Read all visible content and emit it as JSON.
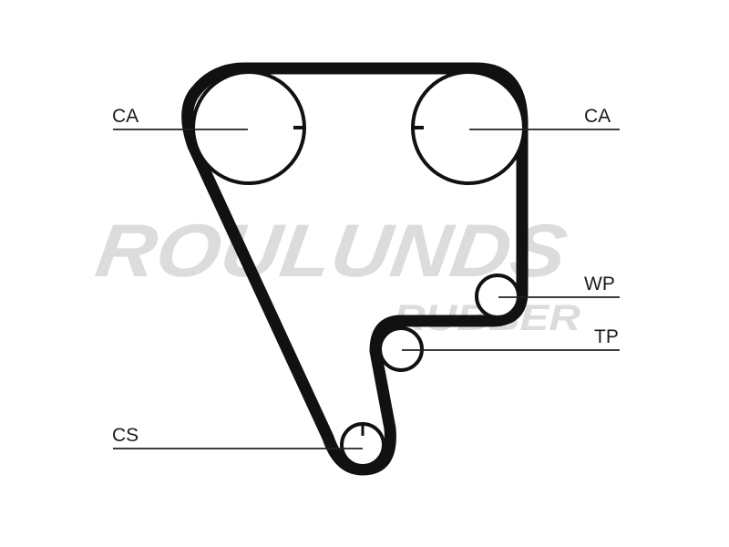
{
  "diagram": {
    "labels": {
      "cam_left": "CA",
      "cam_right": "CA",
      "water_pump": "WP",
      "tensioner": "TP",
      "crankshaft": "CS"
    },
    "watermark": {
      "brand": "ROULUNDS",
      "sub": "RUBBER"
    },
    "colors": {
      "belt": "#111111",
      "pulley_stroke": "#111111",
      "leader": "#222222",
      "watermark": "#dcdcdc"
    }
  }
}
